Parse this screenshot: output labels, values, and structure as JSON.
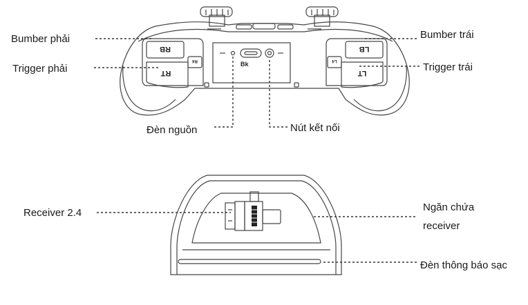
{
  "controller": {
    "buttons": {
      "rb": "RB",
      "rt": "RT",
      "lb": "LB",
      "lt": "LT",
      "r4": "R4",
      "l4": "L4"
    },
    "brand": "Bk"
  },
  "callouts": {
    "bumper_right": "Bumber phải",
    "trigger_right": "Trigger phải",
    "bumper_left": "Bumber trái",
    "trigger_left": "Trigger trái",
    "power_led": "Đèn nguồn",
    "connect_button": "Nút kết nối",
    "receiver": "Receiver 2.4",
    "receiver_slot_line1": "Ngăn chứa",
    "receiver_slot_line2": "receiver",
    "charge_led": "Đèn thông báo sạc"
  }
}
